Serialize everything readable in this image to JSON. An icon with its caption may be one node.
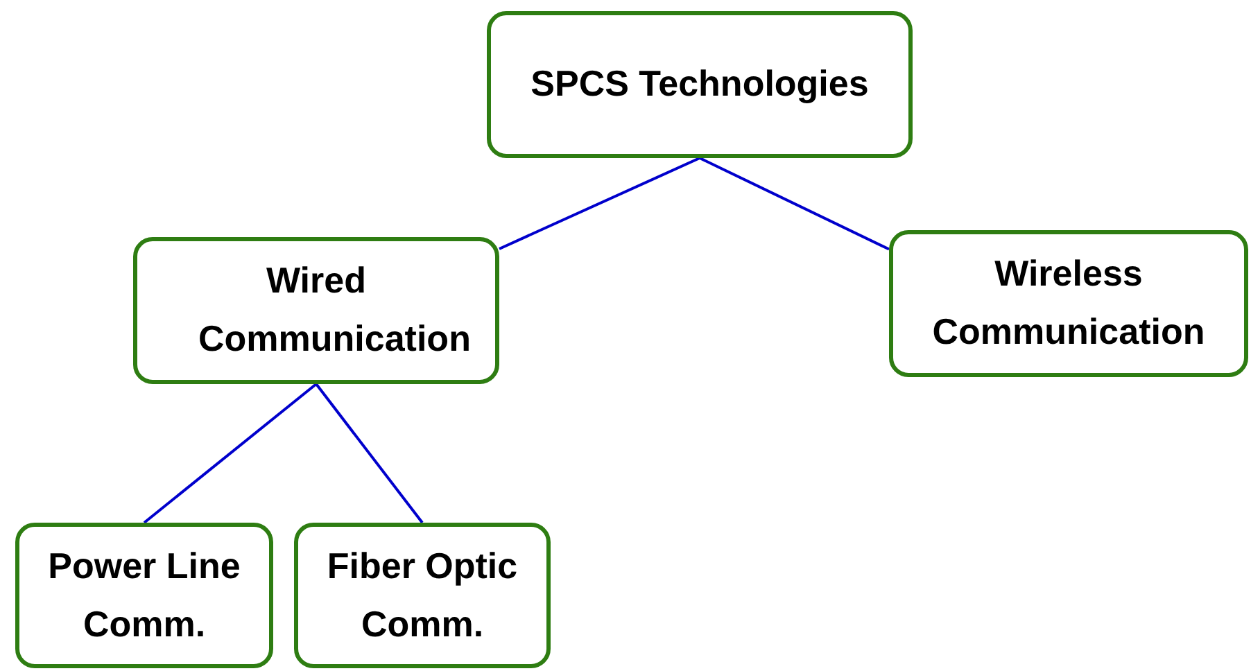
{
  "diagram": {
    "nodes": [
      {
        "text": [
          "SPCS Technologies"
        ]
      },
      {
        "text": [
          "Wired Communication"
        ]
      },
      {
        "text": [
          "Wireless Communication"
        ]
      },
      {
        "text": [
          "Power Line Comm."
        ]
      },
      {
        "text": [
          "Fiber Optic Comm."
        ]
      }
    ],
    "edges": [
      {
        "from": 0,
        "to": 1,
        "arrow": "none"
      },
      {
        "from": 0,
        "to": 2,
        "arrow": "none"
      },
      {
        "from": 1,
        "to": 3,
        "arrow": "none"
      },
      {
        "from": 1,
        "to": 4,
        "arrow": "none"
      }
    ]
  }
}
